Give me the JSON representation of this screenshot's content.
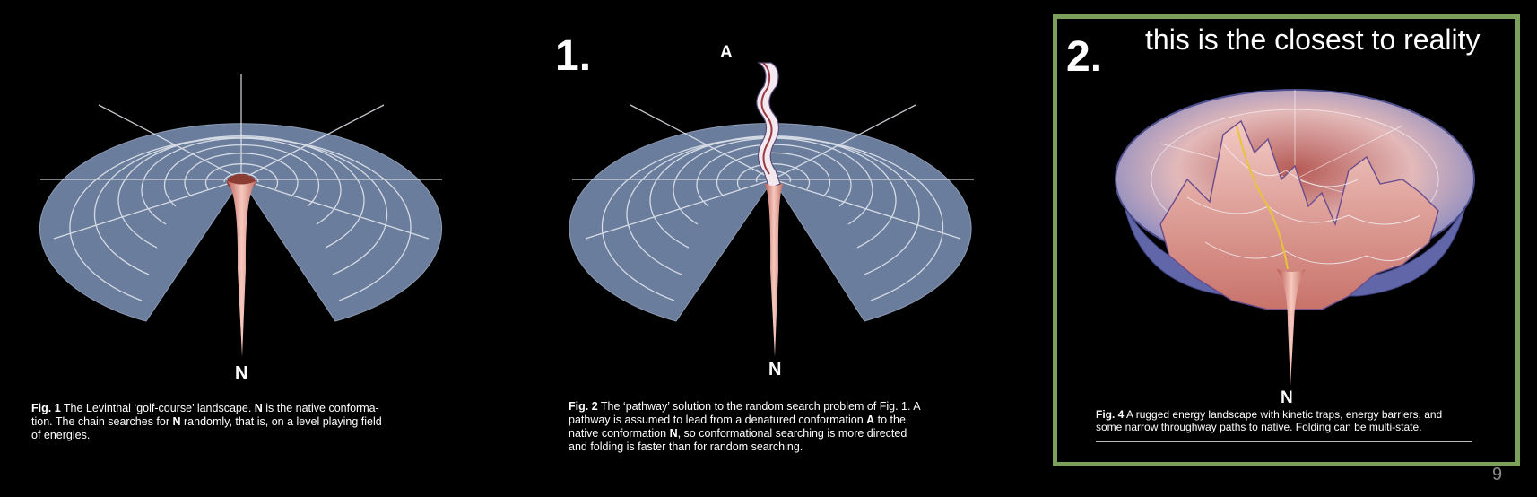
{
  "panels": [
    {
      "id": "fig1",
      "point_labels": [
        "N"
      ],
      "caption_fig": "Fig. 1",
      "caption_lines": [
        [
          "The Levinthal ‘golf-course’ landscape. ",
          "N",
          " is the native conforma-"
        ],
        [
          "tion. The chain searches for ",
          "N",
          " randomly, that is, on a level playing field"
        ],
        [
          "of energies."
        ]
      ]
    },
    {
      "id": "fig2",
      "option_label": "1.",
      "point_labels": [
        "A",
        "N"
      ],
      "caption_fig": "Fig. 2",
      "caption_lines": [
        [
          "The ‘pathway’ solution to the random search problem of Fig. 1. A"
        ],
        [
          "pathway is assumed to lead from a denatured conformation ",
          "A",
          " to the"
        ],
        [
          "native conformation ",
          "N",
          ", so conformational searching is more directed"
        ],
        [
          "and folding is faster than for random searching."
        ]
      ]
    },
    {
      "id": "fig4",
      "option_label": "2.",
      "note": "this is the closest to reality",
      "point_labels": [
        "N"
      ],
      "caption_fig": "Fig. 4",
      "caption_lines": [
        [
          "A rugged energy landscape with kinetic traps, energy barriers, and"
        ],
        [
          "some narrow throughway paths to native. Folding can be multi-state."
        ]
      ]
    }
  ],
  "page_number": "9",
  "colors": {
    "background": "#000000",
    "disc": "#6b7d9c",
    "grid": "#e8ecf2",
    "funnel": "#e9a89c",
    "highlight_border": "#7ba05b"
  }
}
